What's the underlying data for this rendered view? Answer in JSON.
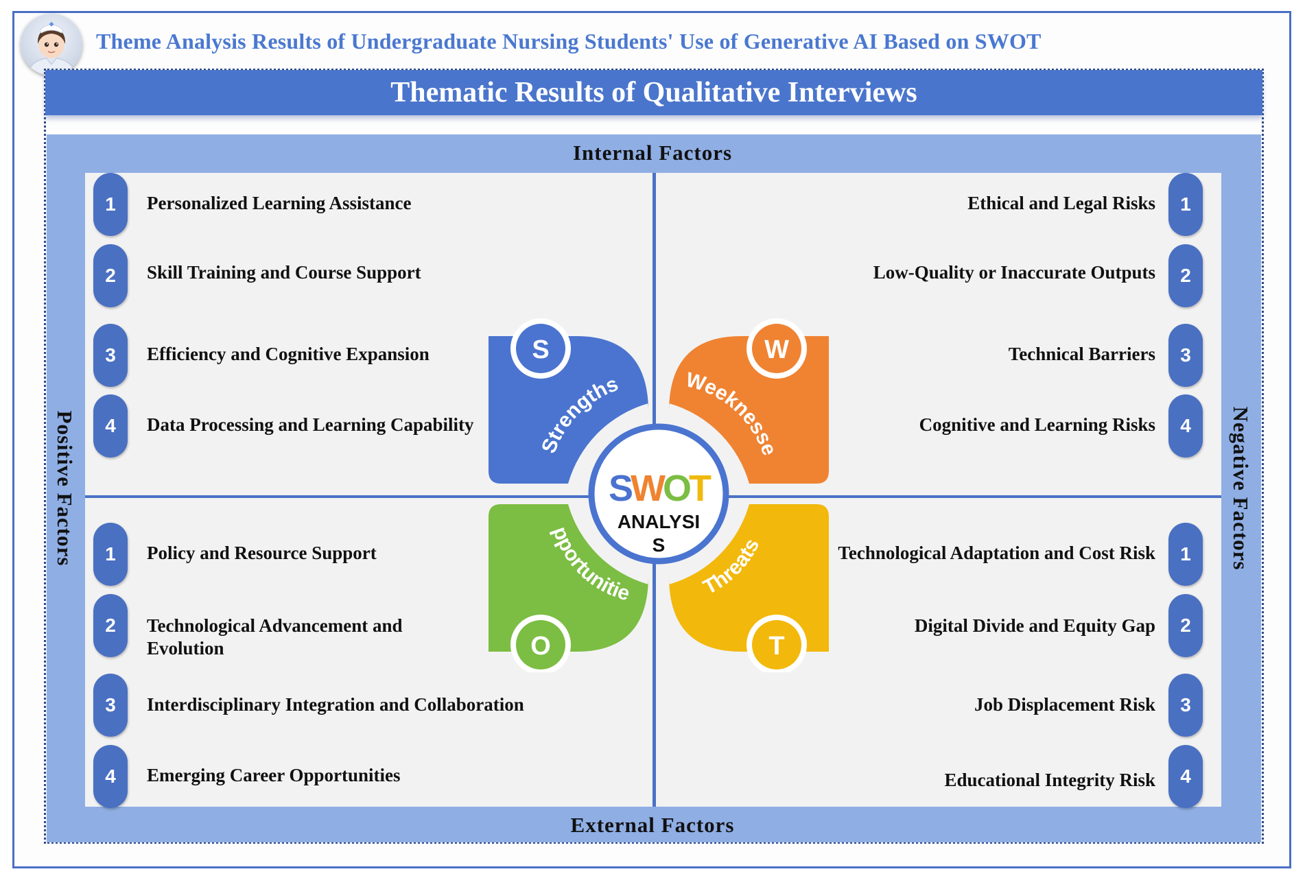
{
  "title": "Theme Analysis Results of Undergraduate Nursing Students' Use of Generative AI Based on SWOT",
  "header": "Thematic Results of Qualitative Interviews",
  "axes": {
    "top": "Internal  Factors",
    "bottom": "External  Factors",
    "left": "Positive  Factors",
    "right": "Negative  Factors"
  },
  "center": {
    "letters": [
      "S",
      "W",
      "O",
      "T"
    ],
    "letter_colors": [
      "#4a72cf",
      "#ef8330",
      "#7cbd43",
      "#f0b90e"
    ],
    "line2": "ANALYSI",
    "line3": "S"
  },
  "quadrants": {
    "strengths": {
      "label": "Strengths",
      "letter": "S",
      "color": "#4a74cf",
      "items": [
        {
          "num": "1",
          "text": "Personalized Learning Assistance"
        },
        {
          "num": "2",
          "text": "Skill Training and Course Support"
        },
        {
          "num": "3",
          "text": "Efficiency and Cognitive Expansion"
        },
        {
          "num": "4",
          "text": "Data Processing and Learning Capability"
        }
      ]
    },
    "weaknesses": {
      "label": "Weeknesses",
      "letter": "W",
      "color": "#ef8332",
      "items": [
        {
          "num": "1",
          "text": "Ethical and Legal Risks"
        },
        {
          "num": "2",
          "text": "Low-Quality or Inaccurate Outputs"
        },
        {
          "num": "3",
          "text": "Technical Barriers"
        },
        {
          "num": "4",
          "text": "Cognitive and Learning Risks"
        }
      ]
    },
    "opportunities": {
      "label": "Opportunities",
      "letter": "O",
      "color": "#7cbd43",
      "items": [
        {
          "num": "1",
          "text": "Policy and Resource Support"
        },
        {
          "num": "2",
          "text": "Technological Advancement and Evolution"
        },
        {
          "num": "3",
          "text": "Interdisciplinary Integration and Collaboration"
        },
        {
          "num": "4",
          "text": "Emerging Career Opportunities"
        }
      ]
    },
    "threats": {
      "label": "Threats",
      "letter": "T",
      "color": "#f2b80c",
      "items": [
        {
          "num": "1",
          "text": "Technological Adaptation and Cost Risk"
        },
        {
          "num": "2",
          "text": "Digital Divide and Equity Gap"
        },
        {
          "num": "3",
          "text": "Job Displacement Risk"
        },
        {
          "num": "4",
          "text": "Educational Integrity Risk"
        }
      ]
    }
  }
}
